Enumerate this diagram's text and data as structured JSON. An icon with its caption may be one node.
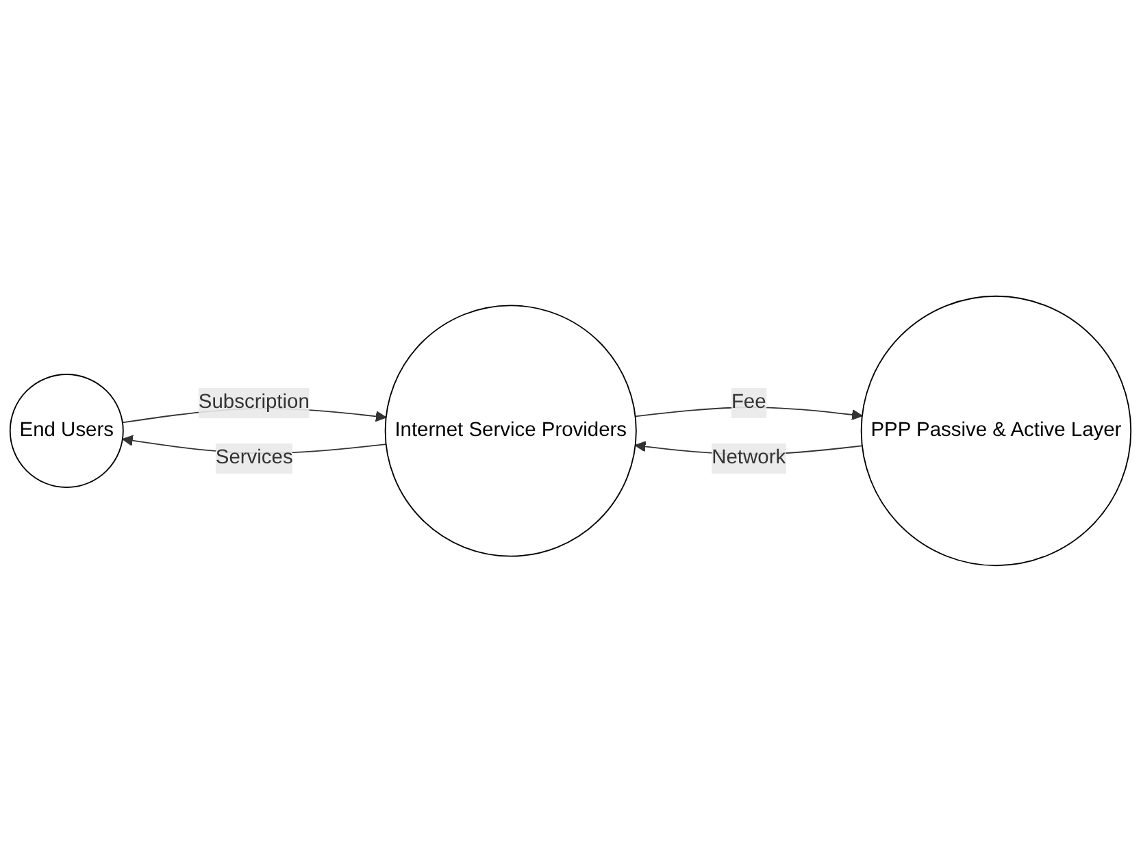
{
  "diagram": {
    "nodes": [
      {
        "text": [
          "End Users"
        ]
      },
      {
        "text": [
          "Internet Service Providers"
        ]
      },
      {
        "text": [
          "PPP Passive & Active Layer"
        ]
      }
    ],
    "edges": [
      {
        "from": 0,
        "to": 1,
        "arrow": "to",
        "label": "Subscription"
      },
      {
        "from": 1,
        "to": 0,
        "arrow": "to",
        "label": "Services"
      },
      {
        "from": 1,
        "to": 2,
        "arrow": "to",
        "label": "Fee"
      },
      {
        "from": 2,
        "to": 1,
        "arrow": "to",
        "label": "Network"
      }
    ]
  }
}
